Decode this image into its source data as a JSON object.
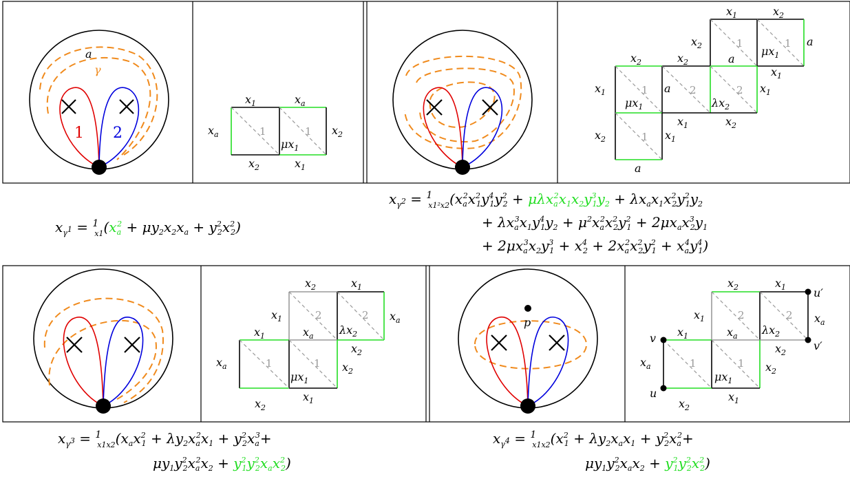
{
  "colors": {
    "loop1": "#e00000",
    "loop2": "#0000dd",
    "dashed_curve": "#f08a1c",
    "highlight": "#22dd22",
    "diagonal": "#999999"
  },
  "panel1": {
    "boundary_label": "a",
    "curve_label": "γ",
    "loop1_label": "1",
    "loop2_label": "2",
    "quiver": {
      "top_labels": [
        "x1",
        "xa"
      ],
      "left_label": "xa",
      "right_label": "x2",
      "bottom_labels": [
        "x2",
        "x1"
      ],
      "cell_numbers": [
        "1",
        "1"
      ],
      "inner_label": "μx1"
    },
    "formula": "x_γ1 = 1/x1 (xa² + μ y2 x2 xa + y2² x2²)"
  },
  "panel2": {
    "labels": [
      "x1",
      "x2",
      "x2",
      "x2",
      "a",
      "a",
      "a",
      "x1",
      "x1",
      "x1",
      "x1",
      "x2",
      "x2",
      "x1",
      "a",
      "μx1",
      "λx2",
      "μx1"
    ],
    "cell_numbers": [
      "1",
      "1",
      "1",
      "2",
      "2",
      "1"
    ],
    "formula_line1": "x_γ2 = 1/(x1² x2) (xa² x1² y1⁴ y2² + μλ xa² x1 x2 y1³ y2 + λ xa x1 x2² y1² y2",
    "formula_line2": "+ λ xa³ x1 y1⁴ y2 + μ² xa² x2² y1² + 2μ xa x2³ y1",
    "formula_line3": "+ 2μ xa³ x2 y1³ + x2⁴ + 2 xa² x2² y1² + xa⁴ y1⁴)"
  },
  "panel3": {
    "labels": [
      "x2",
      "x1",
      "x1",
      "xa",
      "x1",
      "xa",
      "x2",
      "x2",
      "x2",
      "x1",
      "λx2",
      "μx1"
    ],
    "cell_numbers": [
      "2",
      "2",
      "1",
      "1"
    ],
    "formula_line1": "x_γ3 = 1/(x1 x2) (xa x1² + λ y2 xa² x1 + y2² xa³ +",
    "formula_line2": "μ y1 y2² xa² x2 + y1² y2² xa x2²)"
  },
  "panel4": {
    "point_label": "p",
    "vertex_labels": [
      "u",
      "v",
      "u′",
      "v′"
    ],
    "labels": [
      "x2",
      "x1",
      "x1",
      "xa",
      "x1",
      "xa",
      "x2",
      "x2",
      "x2",
      "x1",
      "λx2",
      "μx1"
    ],
    "cell_numbers": [
      "2",
      "2",
      "1",
      "1"
    ],
    "formula_line1": "x_γ4 = 1/(x1 x2) (x1² + λ y2 xa x1 + y2² xa² +",
    "formula_line2": "μ y1 y2² xa x2 + y1² y2² x2²)"
  }
}
